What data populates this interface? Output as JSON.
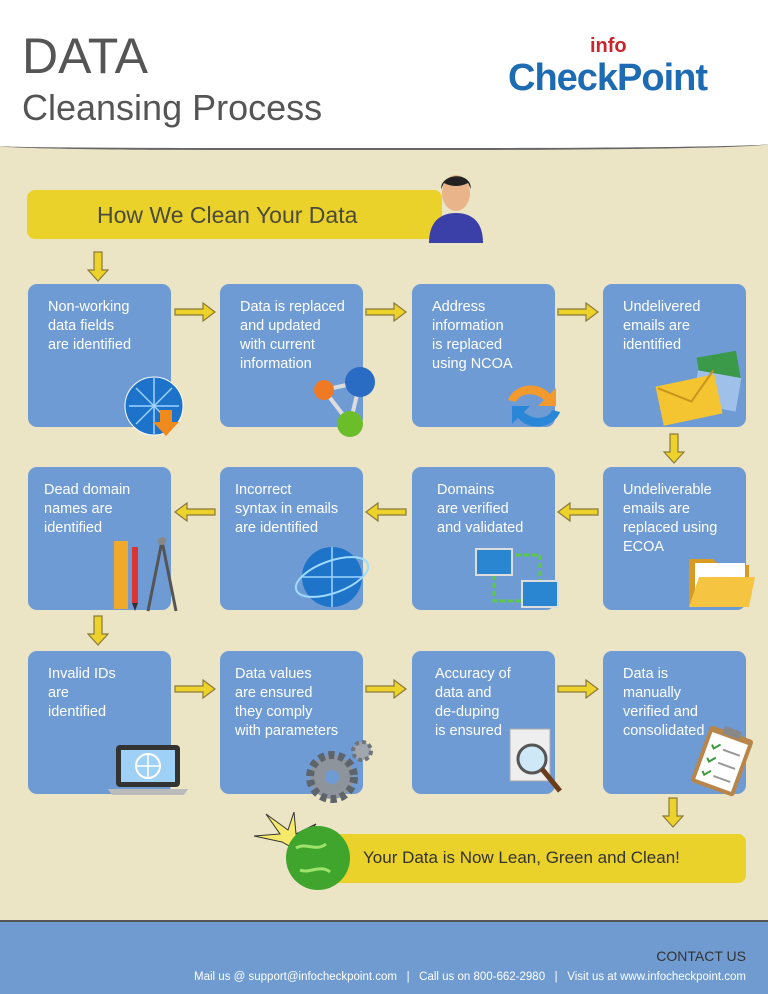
{
  "header": {
    "title_line1": "DATA",
    "title_line2": "Cleansing Process",
    "logo_small": "info",
    "logo_main": "CheckPoint"
  },
  "banner": "How We Clean Your Data",
  "steps": [
    "Non-working\ndata fields\nare identified",
    "Data is replaced\nand updated\nwith current\ninformation",
    "Address\ninformation\nis replaced\nusing NCOA",
    "Undelivered\nemails are\nidentified",
    "Undeliverable\nemails are\nreplaced using\nECOA",
    "Domains\nare verified\nand validated",
    "Incorrect\nsyntax in emails\nare identified",
    "Dead domain\nnames are\nidentified",
    "Invalid IDs\nare\nidentified",
    "Data values\nare ensured\nthey comply\nwith parameters",
    "Accuracy of\ndata and\nde-duping\nis ensured",
    "Data is\nmanually\nverified and\nconsolidated"
  ],
  "final": "Your Data is Now Lean, Green and Clean!",
  "footer": {
    "contact_heading": "CONTACT US",
    "contact_line": "Mail us @ support@infocheckpoint.com   |   Call us on 800-662-2980   |   Visit us at www.infocheckpoint.com"
  }
}
